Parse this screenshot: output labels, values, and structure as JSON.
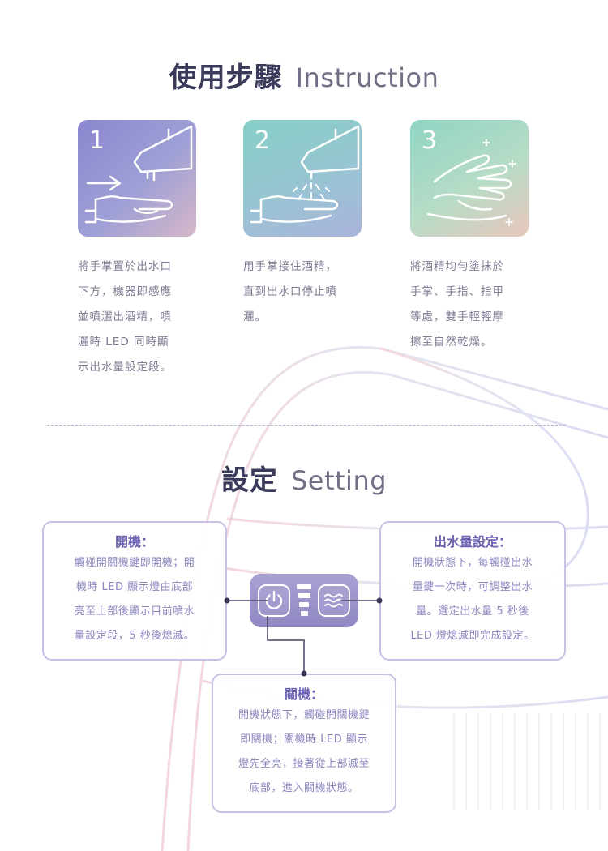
{
  "instruction": {
    "title_zh": "使用步驟",
    "title_en": "Instruction",
    "steps": [
      {
        "number": "1",
        "icon": "hand-under-dispenser-icon",
        "lines": [
          "將手掌置於出水口",
          "下方，機器即感應",
          "並噴灑出酒精，噴",
          "灑時 LED 同時顯",
          "示出水量設定段。"
        ]
      },
      {
        "number": "2",
        "icon": "hand-catching-spray-icon",
        "lines": [
          "用手掌接住酒精，",
          "直到出水口停止噴",
          "灑。"
        ]
      },
      {
        "number": "3",
        "icon": "rubbing-hands-icon",
        "lines": [
          "將酒精均勻塗抹於",
          "手掌、手指、指甲",
          "等處，雙手輕輕摩",
          "擦至自然乾燥。"
        ]
      }
    ]
  },
  "setting": {
    "title_zh": "設定",
    "title_en": "Setting",
    "power_on": {
      "title": "開機：",
      "lines": [
        "觸碰開關機鍵即開機；開",
        "機時 LED 顯示燈由底部",
        "亮至上部後顯示目前噴水",
        "量設定段，5 秒後熄滅。"
      ]
    },
    "output": {
      "title": "出水量設定：",
      "lines": [
        "開機狀態下，每觸碰出水",
        "量鍵一次時，可調整出水",
        "量。選定出水量 5 秒後",
        "LED 燈熄滅即完成設定。"
      ]
    },
    "power_off": {
      "title": "關機：",
      "lines": [
        "開機狀態下，觸碰開關機鍵",
        "即關機；關機時 LED 顯示",
        "燈先全亮，接著從上部滅至",
        "底部，進入關機狀態。"
      ]
    },
    "control_panel": {
      "power_icon": "power-icon",
      "output_icon": "water-wave-icon",
      "level_bars": 4
    }
  },
  "colors": {
    "accent": "#6c63b2",
    "box_border": "#c7c1e3",
    "heading": "#3a3a5a",
    "panel": "#9a94cc"
  }
}
